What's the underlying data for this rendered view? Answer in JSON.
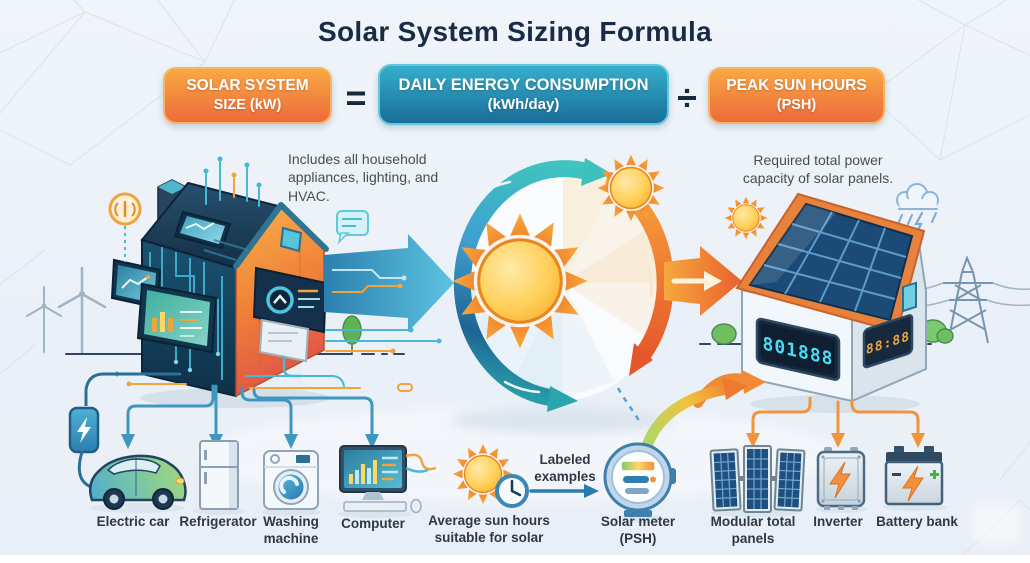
{
  "title": "Solar System Sizing Formula",
  "formula": {
    "solar_system_size": {
      "line1": "SOLAR SYSTEM",
      "line2": "SIZE (kW)"
    },
    "equals_sign": "=",
    "daily_energy_consumption": {
      "line1": "DAILY ENERGY CONSUMPTION",
      "line2": "(kWh/day)"
    },
    "divide_sign": "÷",
    "peak_sun_hours": {
      "line1": "PEAK SUN HOURS",
      "line2": "(PSH)"
    }
  },
  "annotations": {
    "household": "Includes all household appliances, lighting, and HVAC.",
    "solar_capacity": "Required total power capacity of solar panels.",
    "labeled_examples": "Labeled examples"
  },
  "right_house": {
    "front_display": "801888",
    "side_display": "88:88"
  },
  "bottom_row": {
    "items": [
      {
        "label": "Electric car",
        "icon": "electric-car-icon"
      },
      {
        "label": "Refrigerator",
        "icon": "refrigerator-icon"
      },
      {
        "label": "Washing machine",
        "icon": "washing-machine-icon"
      },
      {
        "label": "Computer",
        "icon": "computer-icon"
      },
      {
        "label": "Average sun hours suitable for solar",
        "icon": "sun-clock-icon"
      },
      {
        "label": "Solar meter (PSH)",
        "icon": "solar-meter-icon"
      },
      {
        "label": "Modular total panels",
        "icon": "solar-panels-icon"
      },
      {
        "label": "Inverter",
        "icon": "inverter-icon"
      },
      {
        "label": "Battery bank",
        "icon": "battery-bank-icon"
      }
    ]
  },
  "colors": {
    "background": "#ECF2F8",
    "title_navy": "#1B2B45",
    "accent_orange": "#F0883B",
    "accent_teal": "#2E9CCB",
    "box_orange_top": "#F9A843",
    "box_orange_bottom": "#ED6B3B",
    "box_teal_top": "#35AECB",
    "box_teal_bottom": "#1A6E99"
  }
}
